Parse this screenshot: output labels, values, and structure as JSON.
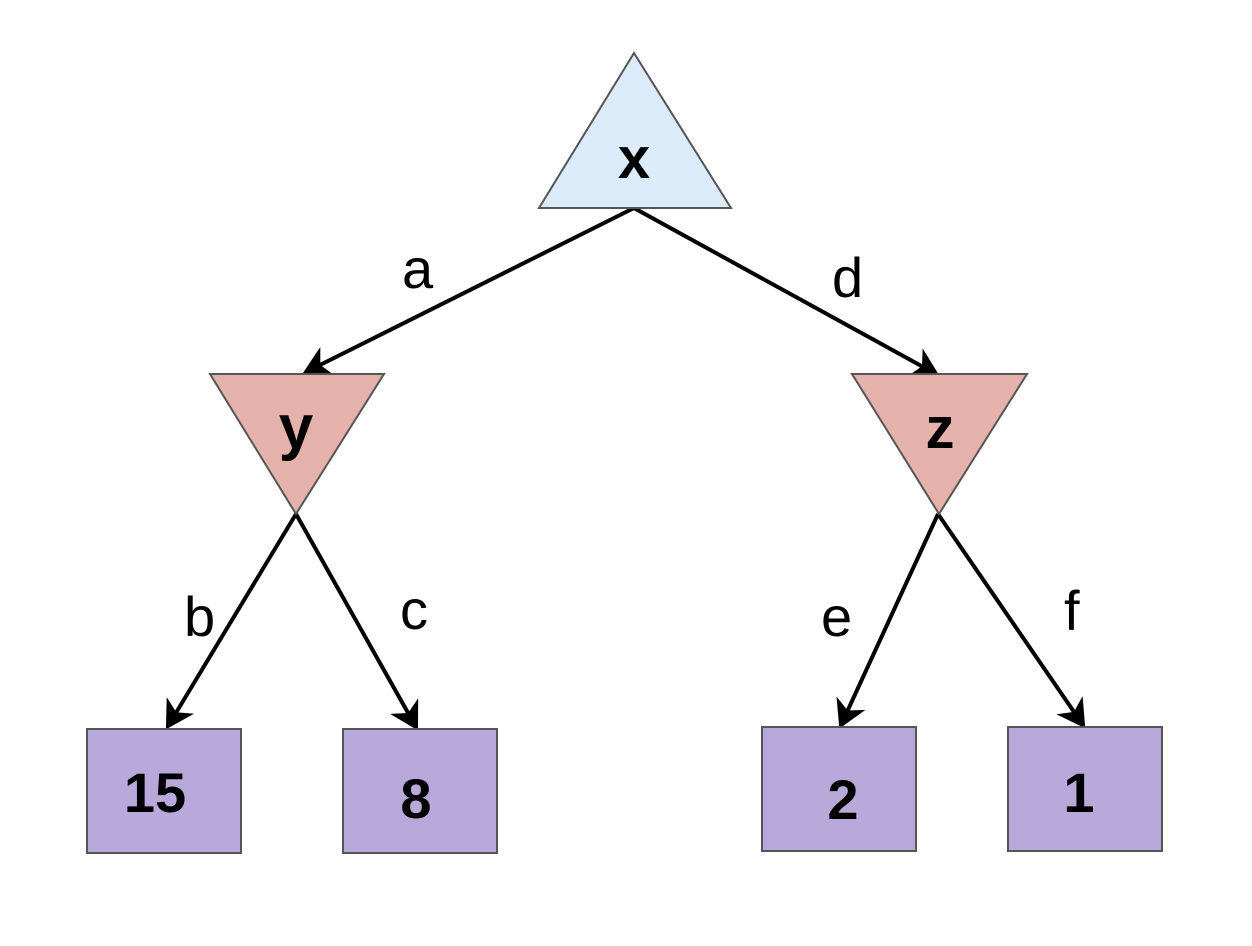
{
  "title": "Minimax game tree",
  "colors": {
    "max_node": "#dcebf9",
    "min_node": "#e4b1ab",
    "leaf_node": "#b9a9da",
    "edge": "#000000"
  },
  "nodes": {
    "x": {
      "label": "x",
      "kind": "max"
    },
    "y": {
      "label": "y",
      "kind": "min"
    },
    "z": {
      "label": "z",
      "kind": "min"
    },
    "leaf_b": {
      "label": "15",
      "kind": "leaf"
    },
    "leaf_c": {
      "label": "8",
      "kind": "leaf"
    },
    "leaf_e": {
      "label": "2",
      "kind": "leaf"
    },
    "leaf_f": {
      "label": "1",
      "kind": "leaf"
    }
  },
  "edges": {
    "a": {
      "label": "a",
      "from": "x",
      "to": "y"
    },
    "d": {
      "label": "d",
      "from": "x",
      "to": "z"
    },
    "b": {
      "label": "b",
      "from": "y",
      "to": "leaf_b"
    },
    "c": {
      "label": "c",
      "from": "y",
      "to": "leaf_c"
    },
    "e": {
      "label": "e",
      "from": "z",
      "to": "leaf_e"
    },
    "f": {
      "label": "f",
      "from": "z",
      "to": "leaf_f"
    }
  }
}
